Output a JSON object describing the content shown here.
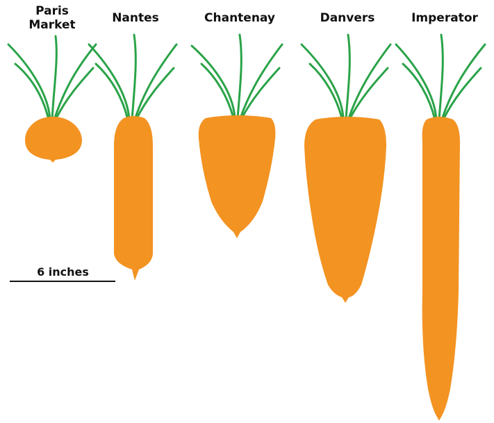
{
  "varieties": [
    {
      "key": "paris",
      "line1": "Paris",
      "line2": "Market"
    },
    {
      "key": "nantes",
      "line1": "Nantes"
    },
    {
      "key": "chantenay",
      "line1": "Chantenay"
    },
    {
      "key": "danvers",
      "line1": "Danvers"
    },
    {
      "key": "imperator",
      "line1": "Imperator"
    }
  ],
  "scale": {
    "label": "6 inches"
  },
  "colors": {
    "root": "#F39322",
    "leaves": "#2AA348",
    "text": "#111111",
    "background": "#FFFFFF"
  }
}
